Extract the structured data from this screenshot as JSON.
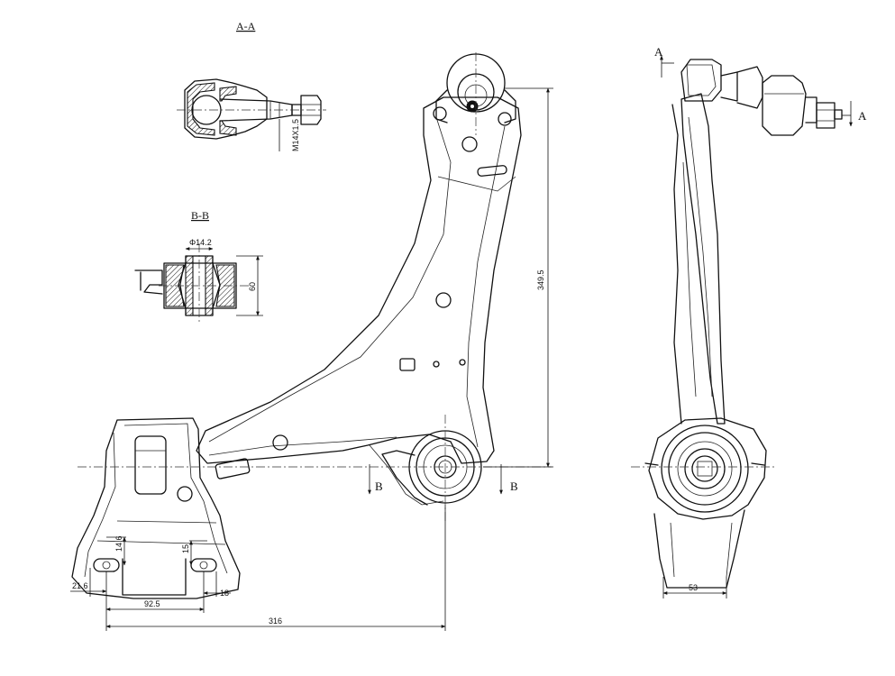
{
  "views": {
    "section_aa_title": "A-A",
    "section_bb_title": "B-B"
  },
  "section_marks": {
    "a_left": "A",
    "a_right": "A",
    "b_left": "B",
    "b_right": "B"
  },
  "dimensions": {
    "thread": "M14X1.5",
    "bushing_diameter": "Φ14.2",
    "bushing_height": "60",
    "arm_height": "349.5",
    "slot_left_height": "14.6",
    "slot_right_height": "15",
    "offset_left": "21.6",
    "offset_right": "18",
    "slot_spacing": "92.5",
    "overall_length": "316",
    "side_width": "53"
  }
}
